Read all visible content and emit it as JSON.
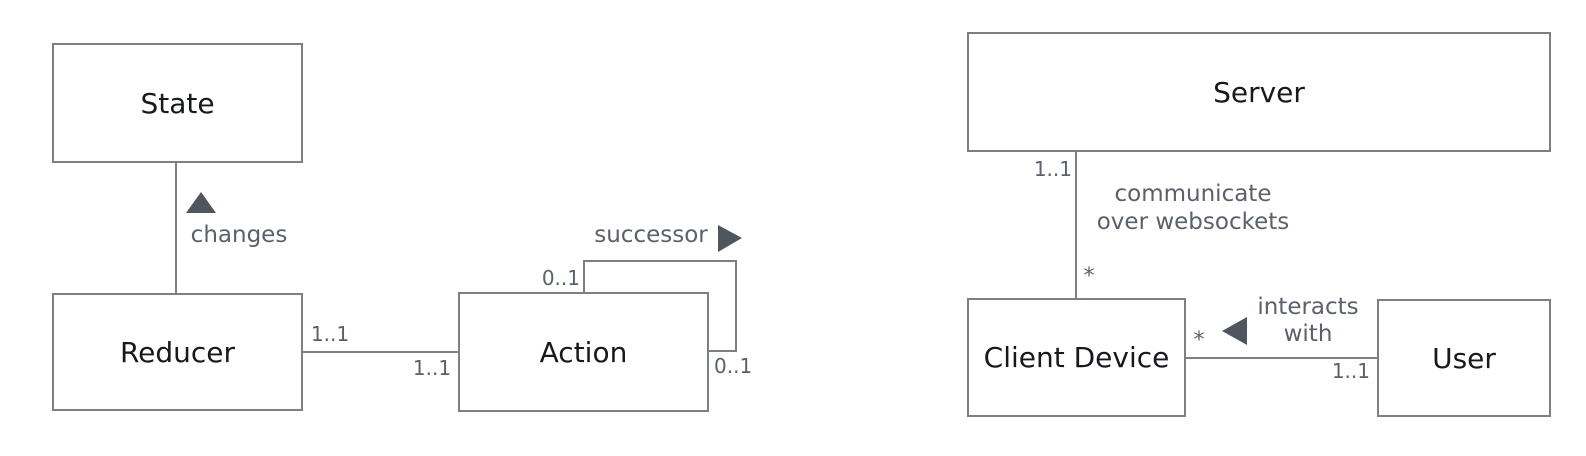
{
  "colors": {
    "background": "#ffffff",
    "box_border": "#7b8086",
    "edge_line": "#7b8086",
    "label_text": "#5b616b",
    "title_text": "#17191d",
    "direction_marker": "#4f565f"
  },
  "redux_diagram": {
    "state_class": "State",
    "reducer_class": "Reducer",
    "action_class": "Action",
    "changes_edge": {
      "label": "changes"
    },
    "reducer_action_edge": {
      "reducer_mult": "1..1",
      "action_mult": "1..1"
    },
    "successor_edge": {
      "label": "successor",
      "source_mult": "0..1",
      "target_mult": "0..1"
    }
  },
  "client_server_diagram": {
    "server_class": "Server",
    "client_device_class": "Client Device",
    "user_class": "User",
    "communicate_edge": {
      "label_line1": "communicate",
      "label_line2": "over websockets",
      "server_mult": "1..1",
      "client_mult": "*"
    },
    "interacts_edge": {
      "label_line1": "interacts",
      "label_line2": "with",
      "client_mult": "*",
      "user_mult": "1..1"
    }
  }
}
